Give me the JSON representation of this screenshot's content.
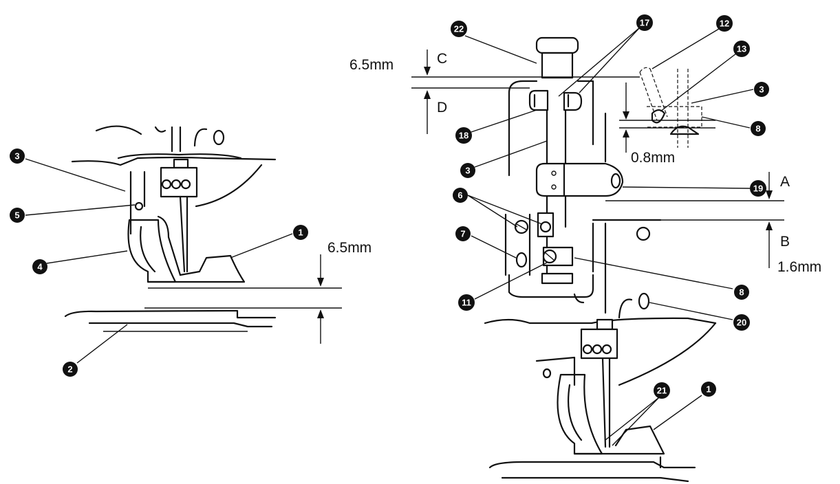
{
  "labels": {
    "dim_6_5_left": "6.5mm",
    "dim_6_5_top": "6.5mm",
    "dim_0_8": "0.8mm",
    "dim_1_6": "1.6mm",
    "letter_a": "A",
    "letter_b": "B",
    "letter_c": "C",
    "letter_d": "D"
  },
  "callouts": {
    "n1": "1",
    "n2": "2",
    "n3": "3",
    "n4": "4",
    "n5": "5",
    "n6": "6",
    "n7": "7",
    "n8": "8",
    "n11": "11",
    "n12": "12",
    "n13": "13",
    "n17": "17",
    "n18": "18",
    "n19": "19",
    "n20": "20",
    "n21": "21",
    "n22": "22"
  }
}
